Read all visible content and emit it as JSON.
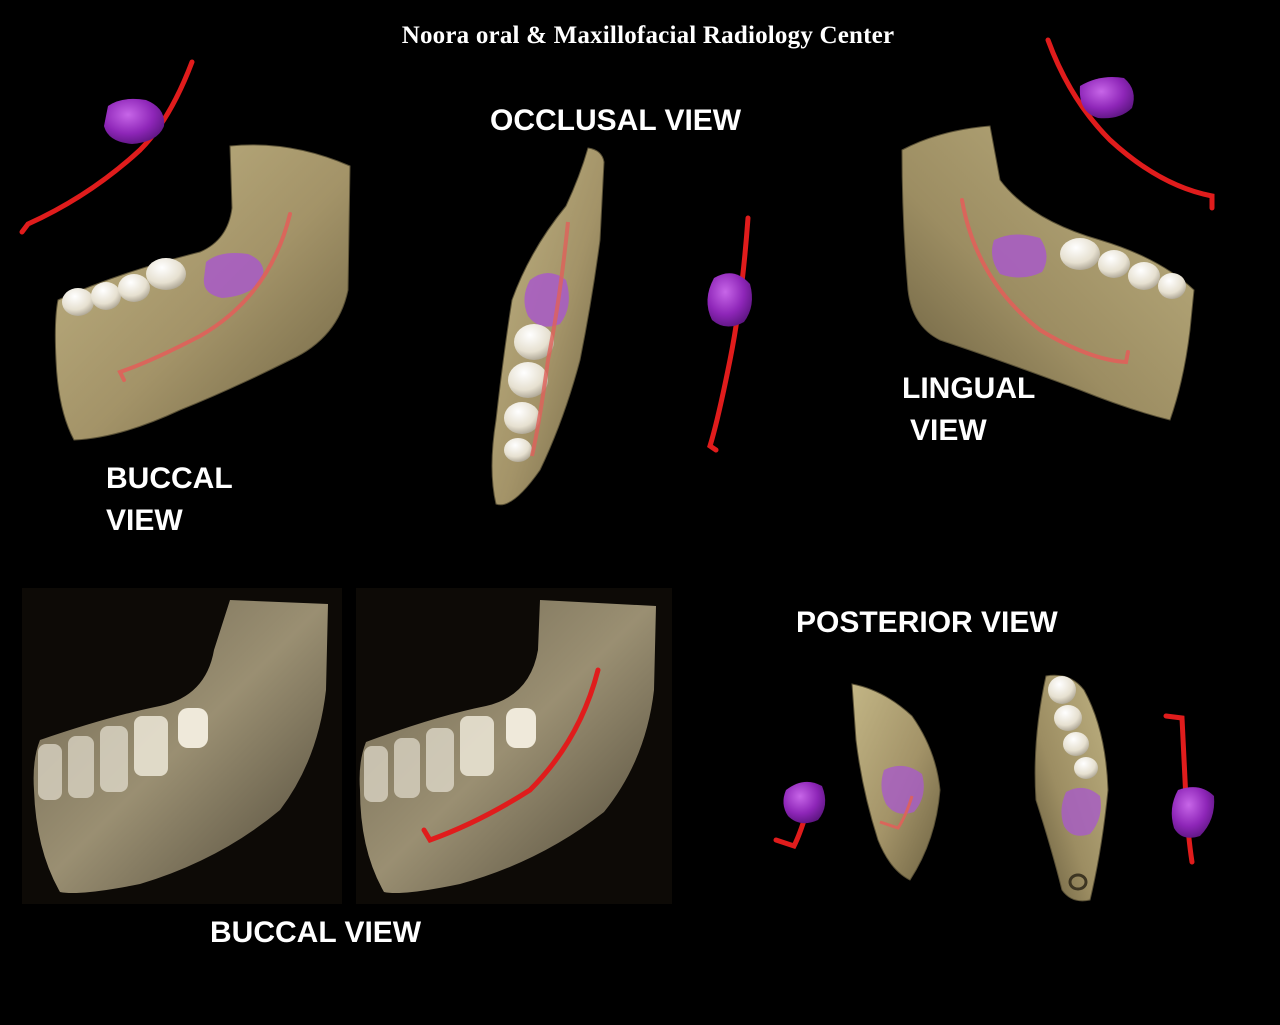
{
  "title": "Noora oral & Maxillofacial Radiology Center",
  "labels": {
    "occlusal": "OCCLUSAL VIEW",
    "lingual_line1": "LINGUAL",
    "lingual_line2": "VIEW",
    "buccal_top_line1": "BUCCAL",
    "buccal_top_line2": "VIEW",
    "posterior": "POSTERIOR VIEW",
    "buccal_bottom": "BUCCAL VIEW"
  },
  "colors": {
    "background": "#000000",
    "bone": "#a8996a",
    "nerve_canal": "#e01c1c",
    "lesion": "#9a2fc4",
    "tooth": "#eeeae0"
  }
}
